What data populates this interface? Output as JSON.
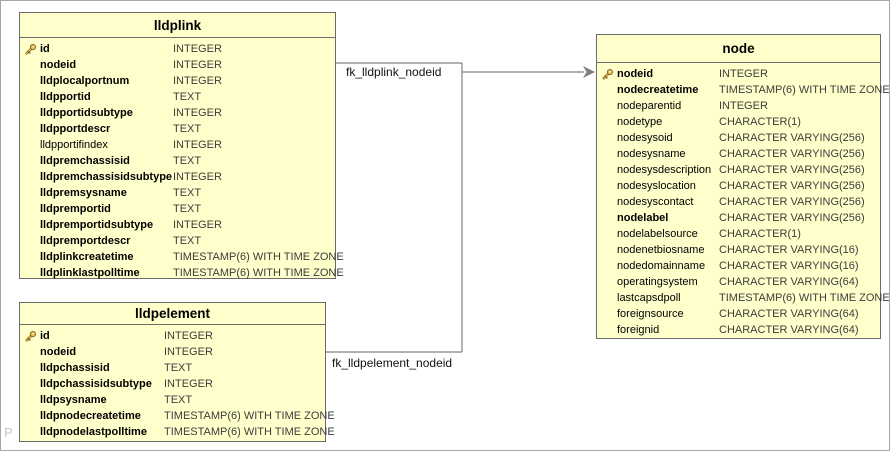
{
  "diagram": {
    "watermark": "P",
    "colors": {
      "table_fill": "#ffffcc",
      "table_border": "#6b6b6b",
      "connector": "#808080",
      "key_icon_gold": "#e8c45c",
      "key_icon_outline": "#8a6a20"
    }
  },
  "tables": [
    {
      "title": "lldplink",
      "columns": [
        {
          "name": "id",
          "type": "INTEGER",
          "key": true,
          "bold": true
        },
        {
          "name": "nodeid",
          "type": "INTEGER",
          "key": false,
          "bold": true
        },
        {
          "name": "lldplocalportnum",
          "type": "INTEGER",
          "key": false,
          "bold": true
        },
        {
          "name": "lldpportid",
          "type": "TEXT",
          "key": false,
          "bold": true
        },
        {
          "name": "lldpportidsubtype",
          "type": "INTEGER",
          "key": false,
          "bold": true
        },
        {
          "name": "lldpportdescr",
          "type": "TEXT",
          "key": false,
          "bold": true
        },
        {
          "name": "lldpportifindex",
          "type": "INTEGER",
          "key": false,
          "bold": false
        },
        {
          "name": "lldpremchassisid",
          "type": "TEXT",
          "key": false,
          "bold": true
        },
        {
          "name": "lldpremchassisidsubtype",
          "type": "INTEGER",
          "key": false,
          "bold": true
        },
        {
          "name": "lldpremsysname",
          "type": "TEXT",
          "key": false,
          "bold": true
        },
        {
          "name": "lldpremportid",
          "type": "TEXT",
          "key": false,
          "bold": true
        },
        {
          "name": "lldpremportidsubtype",
          "type": "INTEGER",
          "key": false,
          "bold": true
        },
        {
          "name": "lldpremportdescr",
          "type": "TEXT",
          "key": false,
          "bold": true
        },
        {
          "name": "lldplinkcreatetime",
          "type": "TIMESTAMP(6) WITH TIME ZONE",
          "key": false,
          "bold": true
        },
        {
          "name": "lldplinklastpolltime",
          "type": "TIMESTAMP(6) WITH TIME ZONE",
          "key": false,
          "bold": true
        }
      ]
    },
    {
      "title": "lldpelement",
      "columns": [
        {
          "name": "id",
          "type": "INTEGER",
          "key": true,
          "bold": true
        },
        {
          "name": "nodeid",
          "type": "INTEGER",
          "key": false,
          "bold": true
        },
        {
          "name": "lldpchassisid",
          "type": "TEXT",
          "key": false,
          "bold": true
        },
        {
          "name": "lldpchassisidsubtype",
          "type": "INTEGER",
          "key": false,
          "bold": true
        },
        {
          "name": "lldpsysname",
          "type": "TEXT",
          "key": false,
          "bold": true
        },
        {
          "name": "lldpnodecreatetime",
          "type": "TIMESTAMP(6) WITH TIME ZONE",
          "key": false,
          "bold": true
        },
        {
          "name": "lldpnodelastpolltime",
          "type": "TIMESTAMP(6) WITH TIME ZONE",
          "key": false,
          "bold": true
        }
      ]
    },
    {
      "title": "node",
      "columns": [
        {
          "name": "nodeid",
          "type": "INTEGER",
          "key": true,
          "bold": true
        },
        {
          "name": "nodecreatetime",
          "type": "TIMESTAMP(6) WITH TIME ZONE",
          "key": false,
          "bold": true
        },
        {
          "name": "nodeparentid",
          "type": "INTEGER",
          "key": false,
          "bold": false
        },
        {
          "name": "nodetype",
          "type": "CHARACTER(1)",
          "key": false,
          "bold": false
        },
        {
          "name": "nodesysoid",
          "type": "CHARACTER VARYING(256)",
          "key": false,
          "bold": false
        },
        {
          "name": "nodesysname",
          "type": "CHARACTER VARYING(256)",
          "key": false,
          "bold": false
        },
        {
          "name": "nodesysdescription",
          "type": "CHARACTER VARYING(256)",
          "key": false,
          "bold": false
        },
        {
          "name": "nodesyslocation",
          "type": "CHARACTER VARYING(256)",
          "key": false,
          "bold": false
        },
        {
          "name": "nodesyscontact",
          "type": "CHARACTER VARYING(256)",
          "key": false,
          "bold": false
        },
        {
          "name": "nodelabel",
          "type": "CHARACTER VARYING(256)",
          "key": false,
          "bold": true
        },
        {
          "name": "nodelabelsource",
          "type": "CHARACTER(1)",
          "key": false,
          "bold": false
        },
        {
          "name": "nodenetbiosname",
          "type": "CHARACTER VARYING(16)",
          "key": false,
          "bold": false
        },
        {
          "name": "nodedomainname",
          "type": "CHARACTER VARYING(16)",
          "key": false,
          "bold": false
        },
        {
          "name": "operatingsystem",
          "type": "CHARACTER VARYING(64)",
          "key": false,
          "bold": false
        },
        {
          "name": "lastcapsdpoll",
          "type": "TIMESTAMP(6) WITH TIME ZONE",
          "key": false,
          "bold": false
        },
        {
          "name": "foreignsource",
          "type": "CHARACTER VARYING(64)",
          "key": false,
          "bold": false
        },
        {
          "name": "foreignid",
          "type": "CHARACTER VARYING(64)",
          "key": false,
          "bold": false
        }
      ]
    }
  ],
  "relationships": [
    {
      "label": "fk_lldplink_nodeid",
      "from": "lldplink.nodeid",
      "to": "node.nodeid"
    },
    {
      "label": "fk_lldpelement_nodeid",
      "from": "lldpelement.nodeid",
      "to": "node.nodeid"
    }
  ]
}
